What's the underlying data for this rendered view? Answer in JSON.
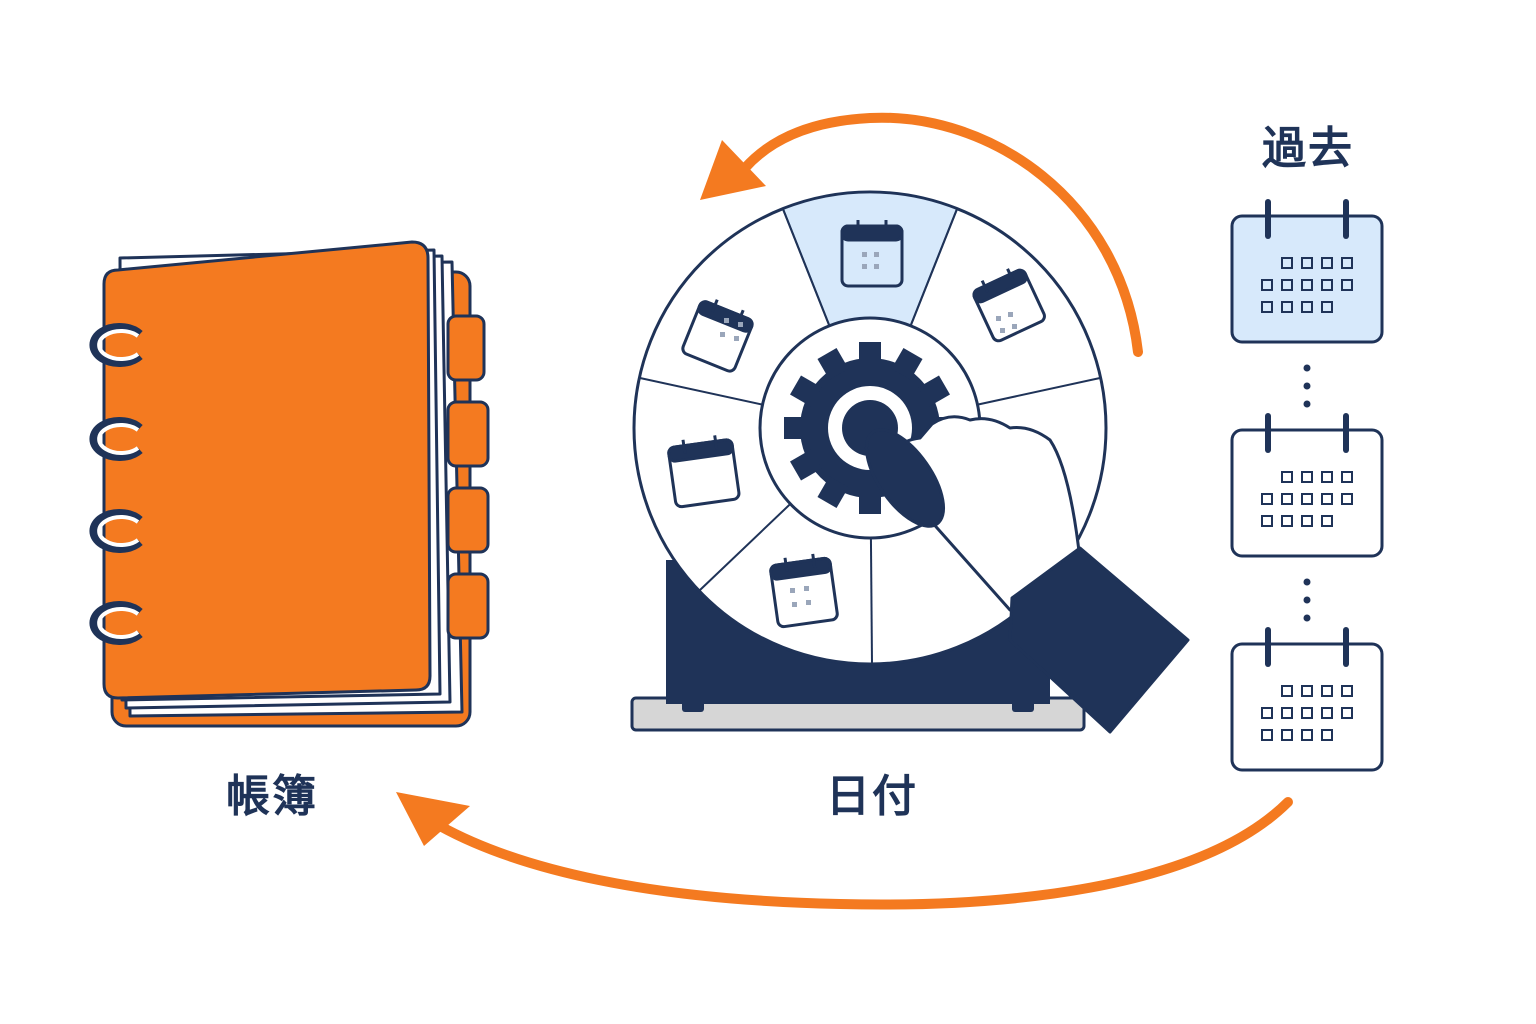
{
  "labels": {
    "ledger": "帳簿",
    "date": "日付",
    "past": "過去"
  },
  "icons": {
    "ledger": "ring-binder-ledger-icon",
    "dial": "date-dial-wheel-icon",
    "gear": "gear-icon",
    "hand": "pointing-hand-icon",
    "calendar": "calendar-icon",
    "arrow": "curved-arrow-icon"
  },
  "colors": {
    "orange": "#f47a20",
    "navy": "#1f3358",
    "light_blue": "#d7e9fb",
    "white": "#ffffff",
    "gray": "#d6d6d6"
  }
}
